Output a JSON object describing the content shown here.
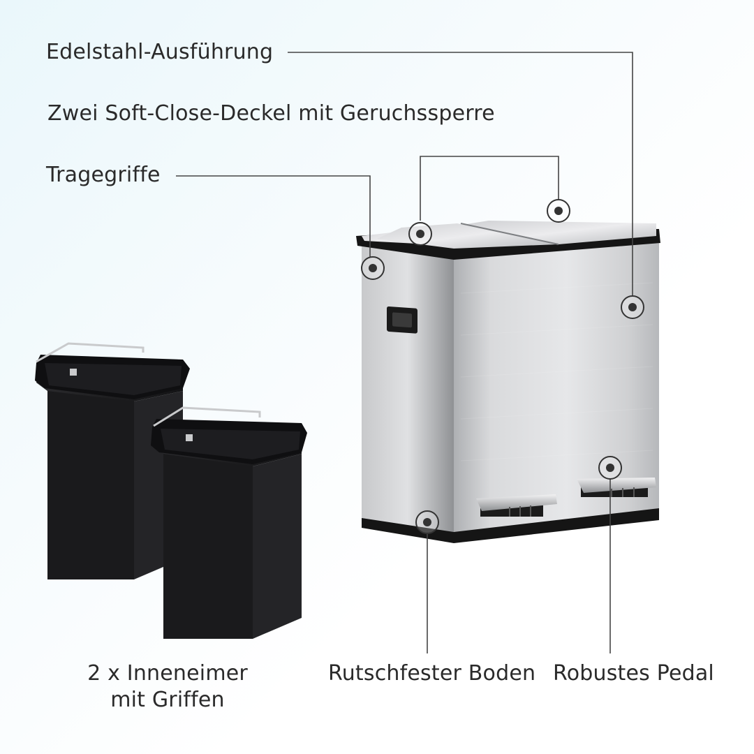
{
  "callouts": {
    "steel_finish": "Edelstahl-Ausführung",
    "soft_close_lids": "Zwei Soft-Close-Deckel mit Geruchssperre",
    "handles": "Tragegriffe",
    "inner_buckets_line1": "2 x Inneneimer",
    "inner_buckets_line2": "mit Griffen",
    "non_slip_base": "Rutschfester Boden",
    "pedal": "Robustes Pedal"
  },
  "colors": {
    "steel_light": "#e4e5e7",
    "steel_dark": "#9a9c9f",
    "rim_black": "#151515",
    "bucket_black": "#1c1c1e",
    "line": "#444444"
  }
}
